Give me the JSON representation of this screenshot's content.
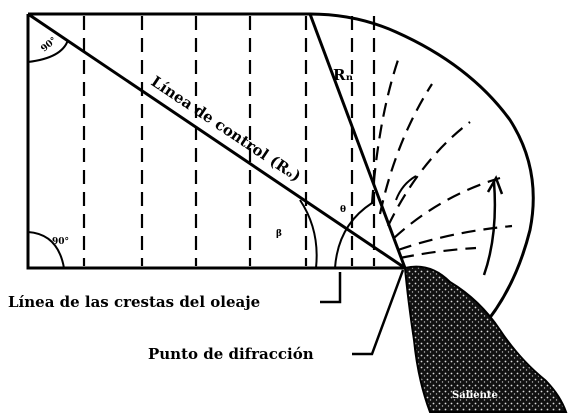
{
  "labels": {
    "control_line": "Línea de control (Rₒ)",
    "radius": "Rₙ",
    "crest_line": "Línea de las crestas del oleaje",
    "diffraction_point": "Punto de difracción",
    "headland": "Saliente",
    "angle_top_left": "90°",
    "angle_bottom_left": "90°",
    "angle_beta": "β",
    "angle_theta": "θ"
  },
  "colors": {
    "ink": "#000000",
    "paper": "#ffffff"
  }
}
